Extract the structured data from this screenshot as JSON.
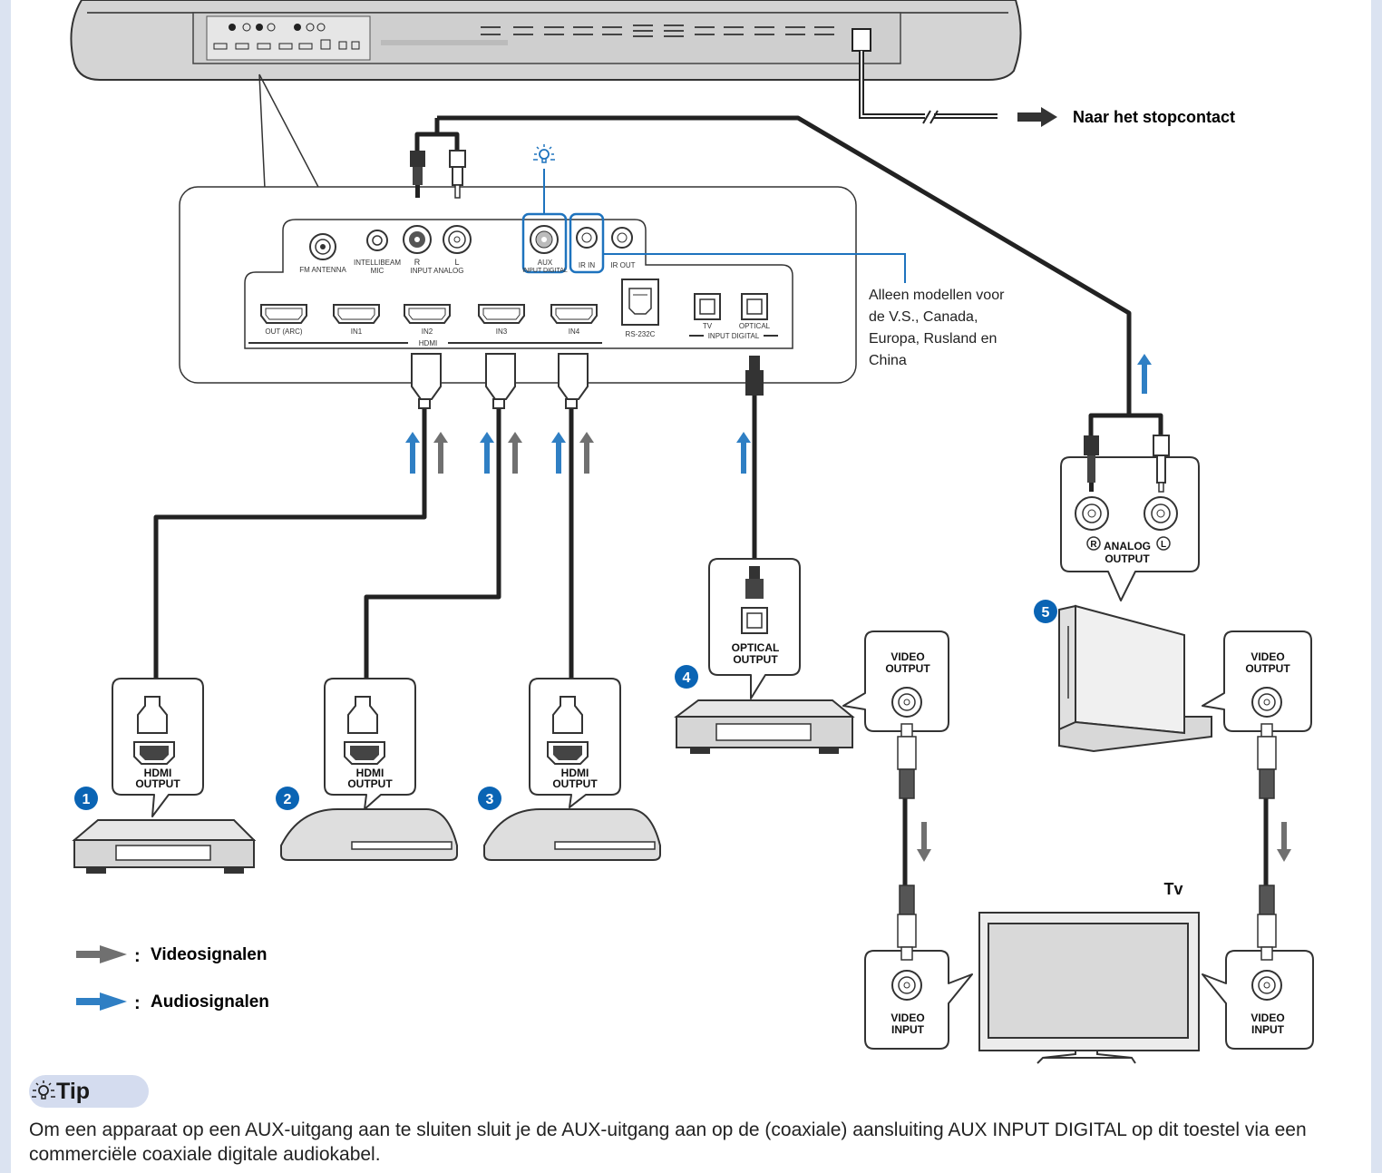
{
  "labels": {
    "mains": "Naar het stopcontact",
    "models_note": [
      "Alleen modellen voor",
      "de V.S., Canada,",
      "Europa, Rusland en",
      "China"
    ],
    "tv": "Tv"
  },
  "panel_ports": {
    "fm_antenna": "FM ANTENNA",
    "intellibeam_mic": [
      "INTELLIBEAM",
      "MIC"
    ],
    "analog_r": "R",
    "analog_l": "L",
    "input_analog": "INPUT ANALOG",
    "aux": [
      "AUX",
      "INPUT DIGITAL"
    ],
    "ir_in": "IR IN",
    "ir_out": "IR OUT",
    "out_arc": "OUT (ARC)",
    "in1": "IN1",
    "in2": "IN2",
    "hdmi": "HDMI",
    "in3": "IN3",
    "in4": "IN4",
    "rs232c": "RS-232C",
    "tv": "TV",
    "optical": "OPTICAL",
    "input_digital": "INPUT DIGITAL"
  },
  "devices": {
    "hdmi_output": [
      "HDMI",
      "OUTPUT"
    ],
    "optical_output": [
      "OPTICAL",
      "OUTPUT"
    ],
    "video_output": [
      "VIDEO",
      "OUTPUT"
    ],
    "video_input": [
      "VIDEO",
      "INPUT"
    ],
    "analog_output": [
      "ANALOG",
      "OUTPUT"
    ],
    "r_mark": "R",
    "l_mark": "L"
  },
  "markers": [
    "1",
    "2",
    "3",
    "4",
    "5"
  ],
  "legend": {
    "separator": ":",
    "video": "Videosignalen",
    "audio": "Audiosignalen"
  },
  "colors": {
    "video_signal": "#707070",
    "audio_signal": "#2f7fc4",
    "marker": "#0a64b4",
    "highlight": "#1e73be",
    "tip_badge": "#d4dcef",
    "sidebar": "#dbe3f1"
  },
  "tip": {
    "title": "Tip",
    "text": "Om een apparaat op een AUX-uitgang aan te sluiten sluit je de AUX-uitgang aan op de (coaxiale) aansluiting AUX INPUT DIGITAL op dit toestel via een commerciële coaxiale digitale audiokabel."
  }
}
